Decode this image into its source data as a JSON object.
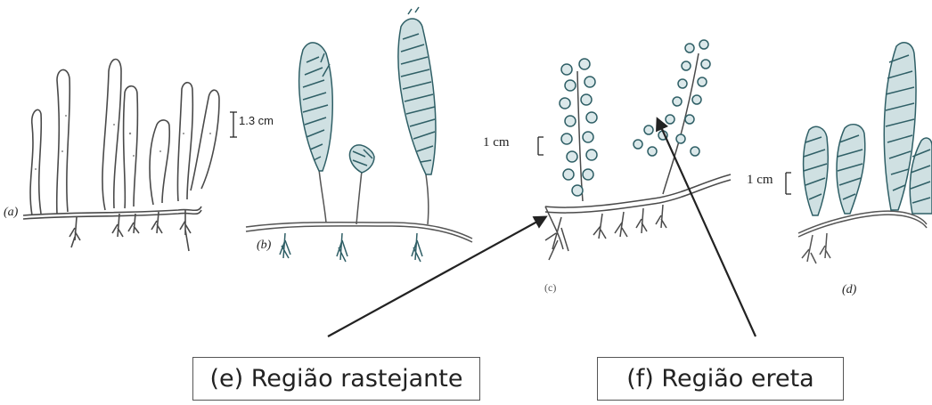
{
  "panels": {
    "a": {
      "label": "(a)",
      "scale_label": "1.3 cm"
    },
    "b": {
      "label": "(b)"
    },
    "c": {
      "label": "(c)",
      "scale_label": "1 cm"
    },
    "d": {
      "label": "(d)",
      "scale_label": "1 cm"
    }
  },
  "callouts": {
    "e": {
      "text": "(e) Região rastejante"
    },
    "f": {
      "text": "(f) Região ereta"
    }
  },
  "colors": {
    "ink": "#4a4a4a",
    "frond": "#2f5f66",
    "callout_border": "#555555"
  }
}
